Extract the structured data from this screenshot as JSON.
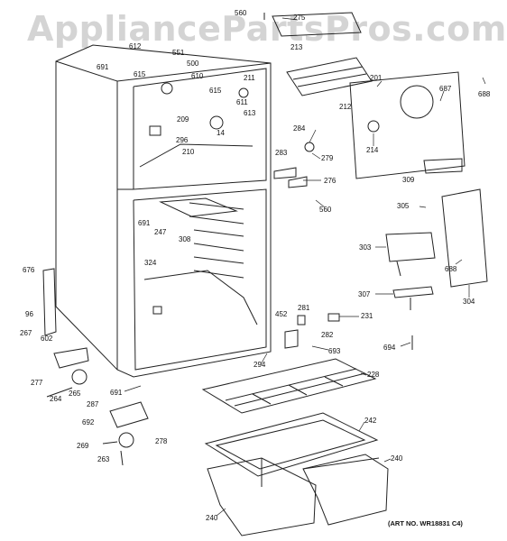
{
  "watermark": "AppliancePartsPros.com",
  "art_number": "(ART NO. WR18831 C4)",
  "labels": [
    "560",
    "275",
    "213",
    "201",
    "688",
    "687",
    "612",
    "551",
    "500",
    "610",
    "615",
    "691",
    "211",
    "615",
    "611",
    "613",
    "209",
    "14",
    "296",
    "210",
    "212",
    "284",
    "279",
    "283",
    "276",
    "560",
    "214",
    "309",
    "691",
    "247",
    "308",
    "305",
    "303",
    "688",
    "304",
    "307",
    "324",
    "676",
    "96",
    "267",
    "602",
    "452",
    "281",
    "231",
    "282",
    "693",
    "694",
    "277",
    "264",
    "265",
    "294",
    "228",
    "691",
    "287",
    "692",
    "278",
    "269",
    "263",
    "242",
    "240",
    "240"
  ]
}
